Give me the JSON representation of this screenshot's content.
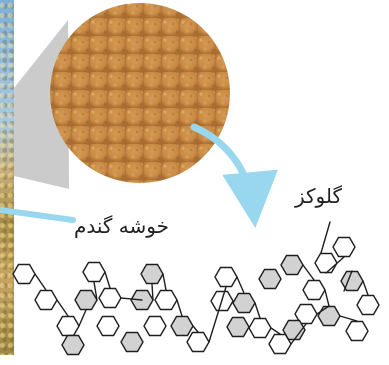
{
  "labels": {
    "wheat_spike": "خوشه گندم",
    "glucose": "گلوکز"
  },
  "colors": {
    "arrow": "#99d7ef",
    "callout": "#c8c8c8",
    "grain_base": "#c98b45",
    "grain_highlight": "#e4b06a",
    "hexagon_fill": "#d2d2d2",
    "hexagon_stroke": "#1f1f1f"
  },
  "icons": {
    "wheat_photo": "wheat-field-photo",
    "grain_magnifier": "wheat-grain-magnifier",
    "glucose_chain": "glucose-hexagon-chain"
  }
}
